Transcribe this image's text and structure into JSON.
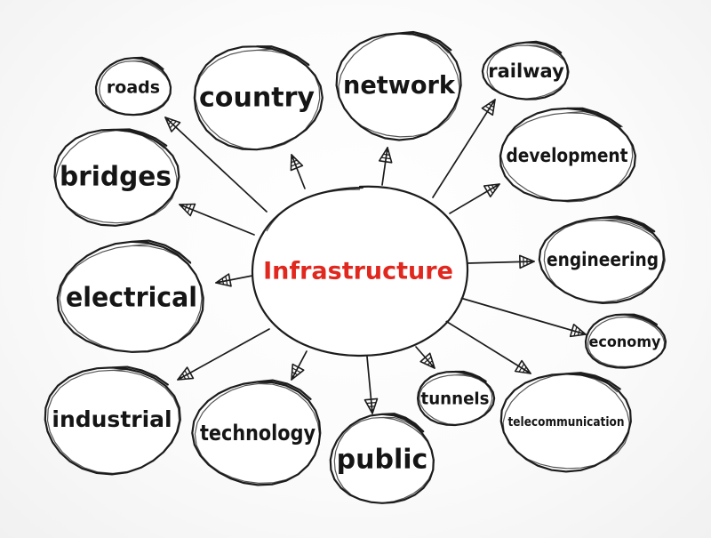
{
  "diagram": {
    "center": {
      "label": "Infrastructure",
      "color": "#e0281f"
    },
    "nodes": [
      {
        "id": "roads",
        "label": "roads"
      },
      {
        "id": "country",
        "label": "country"
      },
      {
        "id": "network",
        "label": "network"
      },
      {
        "id": "railway",
        "label": "railway"
      },
      {
        "id": "development",
        "label": "development"
      },
      {
        "id": "bridges",
        "label": "bridges"
      },
      {
        "id": "engineering",
        "label": "engineering"
      },
      {
        "id": "electrical",
        "label": "electrical"
      },
      {
        "id": "economy",
        "label": "economy"
      },
      {
        "id": "industrial",
        "label": "industrial"
      },
      {
        "id": "technology",
        "label": "technology"
      },
      {
        "id": "public",
        "label": "public"
      },
      {
        "id": "tunnels",
        "label": "tunnels"
      },
      {
        "id": "telecommunication",
        "label": "telecommunication"
      }
    ]
  }
}
